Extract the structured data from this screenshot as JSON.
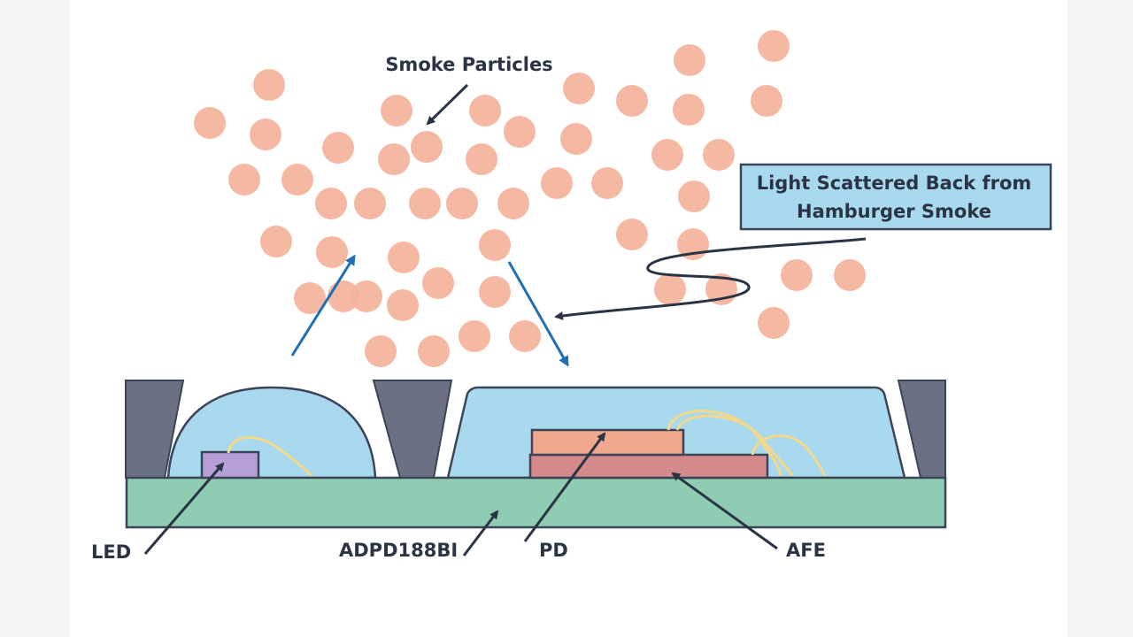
{
  "labels": {
    "smoke_particles": "Smoke Particles",
    "callout_line1": "Light Scattered Back from",
    "callout_line2": "Hamburger Smoke",
    "led": "LED",
    "adpd": "ADPD188BI",
    "pd": "PD",
    "afe": "AFE"
  },
  "colors": {
    "particle": "#f4b29a",
    "housing": "#6b7182",
    "substrate": "#8fcdb3",
    "lens": "#a9d9ef",
    "led_chip": "#b79ed6",
    "pd_chip": "#f0a88e",
    "afe_chip": "#d48a8a",
    "bond_wire": "#f3d98b",
    "light_arrow": "#1f6fb8",
    "pointer": "#2b3445",
    "callout_fill": "#a9d9ef"
  }
}
